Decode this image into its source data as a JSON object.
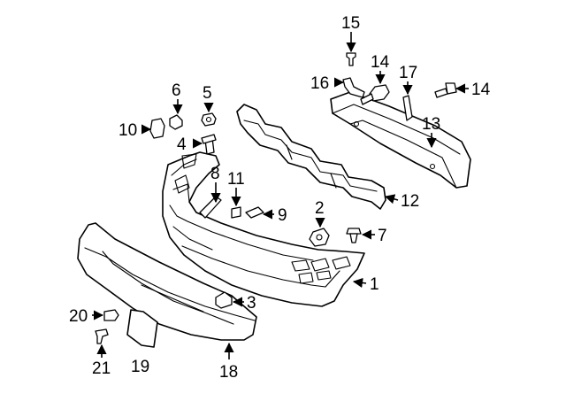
{
  "callouts": [
    {
      "id": "1",
      "text": "1"
    },
    {
      "id": "2",
      "text": "2"
    },
    {
      "id": "3",
      "text": "3"
    },
    {
      "id": "4",
      "text": "4"
    },
    {
      "id": "5",
      "text": "5"
    },
    {
      "id": "6",
      "text": "6"
    },
    {
      "id": "7",
      "text": "7"
    },
    {
      "id": "8",
      "text": "8"
    },
    {
      "id": "9",
      "text": "9"
    },
    {
      "id": "10",
      "text": "10"
    },
    {
      "id": "11",
      "text": "11"
    },
    {
      "id": "12",
      "text": "12"
    },
    {
      "id": "13",
      "text": "13"
    },
    {
      "id": "14a",
      "text": "14"
    },
    {
      "id": "14b",
      "text": "14"
    },
    {
      "id": "15",
      "text": "15"
    },
    {
      "id": "16",
      "text": "16"
    },
    {
      "id": "17",
      "text": "17"
    },
    {
      "id": "18",
      "text": "18"
    },
    {
      "id": "19",
      "text": "19"
    },
    {
      "id": "20",
      "text": "20"
    },
    {
      "id": "21",
      "text": "21"
    }
  ]
}
